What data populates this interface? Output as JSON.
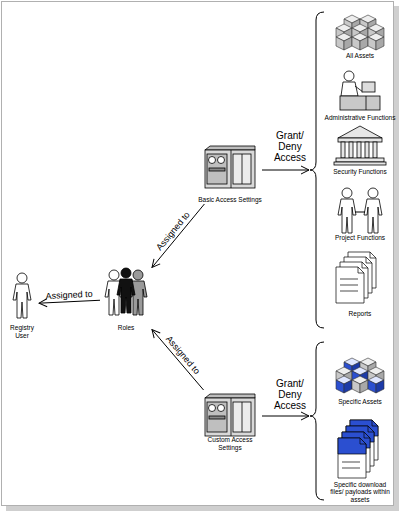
{
  "diagram": {
    "nodes": [
      {
        "text": [
          "Registry User"
        ]
      },
      {
        "text": [
          "Roles"
        ]
      },
      {
        "text": [
          "Basic Access Settings"
        ]
      },
      {
        "text": [
          "All Assets"
        ]
      },
      {
        "text": [
          "Administrative Functions"
        ]
      },
      {
        "text": [
          "Security Functions"
        ]
      },
      {
        "text": [
          "Project Functions"
        ]
      },
      {
        "text": [
          "Reports"
        ]
      },
      {
        "text": [
          "Custom Access Settings"
        ]
      },
      {
        "text": [
          "Specific Assets"
        ]
      },
      {
        "text": [
          "Specific download files/ payloads within assets"
        ]
      }
    ],
    "edges": [
      {
        "from": 1,
        "to": 0,
        "label": "Assigned to",
        "arrow": "to"
      },
      {
        "from": 2,
        "to": 1,
        "label": "Assigned to",
        "arrow": "to"
      },
      {
        "from": 8,
        "to": 1,
        "label": "Assigned to",
        "arrow": "to"
      }
    ],
    "labels": [
      "Grant/ Deny Access",
      "Grant/ Deny Access"
    ]
  }
}
